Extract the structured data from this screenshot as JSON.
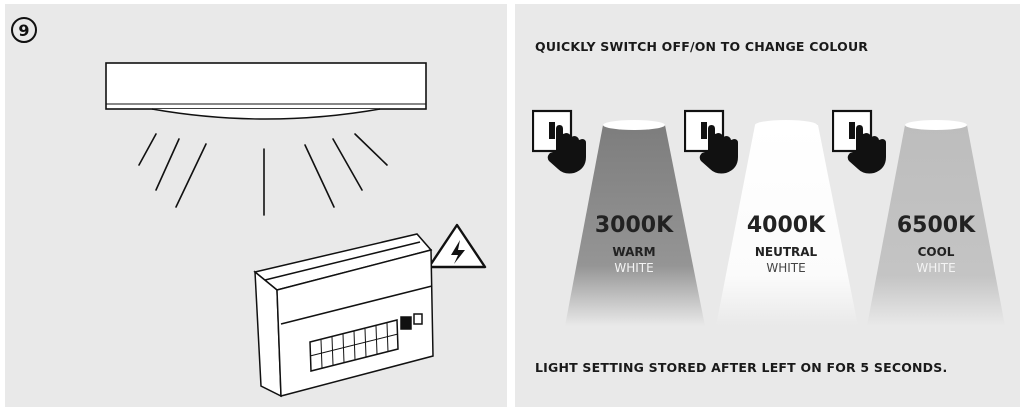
{
  "step": {
    "number": "9"
  },
  "icons": {
    "warning": "high-voltage-warning-icon",
    "switch": "light-switch-press-icon",
    "ceiling_light": "ceiling-light-icon",
    "fuse_box": "fuse-box-icon"
  },
  "right": {
    "title": "QUICKLY SWITCH OFF/ON TO CHANGE COLOUR",
    "footer": "LIGHT SETTING STORED AFTER LEFT ON FOR 5 SECONDS."
  },
  "temperatures": [
    {
      "value": "3000K",
      "name": "WARM",
      "sub": "WHITE"
    },
    {
      "value": "4000K",
      "name": "NEUTRAL",
      "sub": "WHITE"
    },
    {
      "value": "6500K",
      "name": "COOL",
      "sub": "WHITE"
    }
  ],
  "colors": {
    "panel_bg": "#e9e9e9",
    "warm_beam": "#8f8f8f",
    "neutral_beam": "#ffffff",
    "cool_beam": "#b9b9b9"
  }
}
